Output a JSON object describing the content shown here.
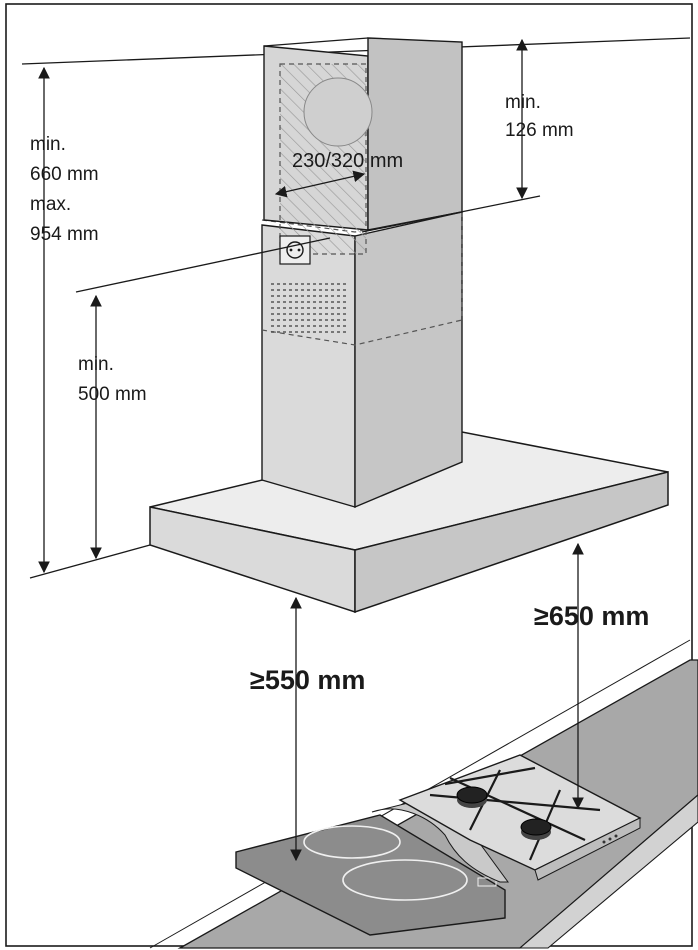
{
  "labels": {
    "total_min": "min.",
    "total_min_value": "660 mm",
    "total_max": "max.",
    "total_max_value": "954 mm",
    "top_min": "min.",
    "top_min_value": "126 mm",
    "duct_diameter": "230/320 mm",
    "lower_min": "min.",
    "lower_min_value": "500 mm",
    "clearance_electric": "≥550 mm",
    "clearance_gas": "≥650 mm"
  },
  "colors": {
    "line": "#1a1a1a",
    "steel_front": "#d9d9d9",
    "steel_side": "#c2c2c2",
    "steel_top": "#ececec",
    "counter_top": "#a6a6a6",
    "counter_front": "#cfcfcf",
    "glass_hob": "#8a8a8a",
    "gas_frame": "#dedede",
    "hatch": "#999999"
  }
}
